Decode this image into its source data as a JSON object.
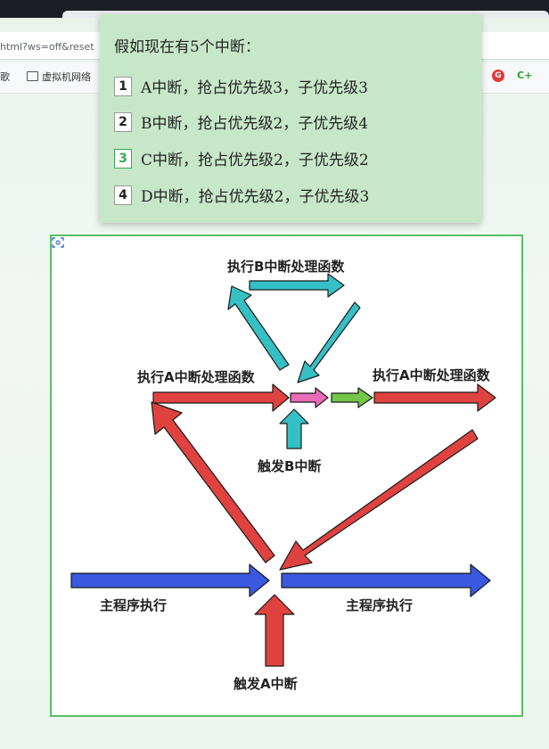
{
  "browser": {
    "url_fragment": "html?ws=off&reset",
    "bookmarks": [
      "歌",
      "虚拟机网络"
    ],
    "ext_icons": [
      "G",
      "C+"
    ]
  },
  "question": {
    "intro": "假如现在有5个中断：",
    "options": [
      {
        "num": "1",
        "text": "A中断，抢占优先级3，子优先级3",
        "selected": false
      },
      {
        "num": "2",
        "text": "B中断，抢占优先级2，子优先级4",
        "selected": false
      },
      {
        "num": "3",
        "text": "C中断，抢占优先级2，子优先级2",
        "selected": true
      },
      {
        "num": "4",
        "text": "D中断，抢占优先级2，子优先级3",
        "selected": false
      }
    ]
  },
  "diagram": {
    "labels": {
      "exec_b": "执行B中断处理函数",
      "exec_a_left": "执行A中断处理函数",
      "exec_a_right": "执行A中断处理函数",
      "trigger_b": "触发B中断",
      "main_left": "主程序执行",
      "main_right": "主程序执行",
      "trigger_a": "触发A中断"
    },
    "colors": {
      "red": "#e0423f",
      "blue": "#3a58e0",
      "teal": "#35c0c6",
      "pink": "#ea6bb8",
      "green": "#73c64a",
      "border": "#58c163"
    }
  }
}
